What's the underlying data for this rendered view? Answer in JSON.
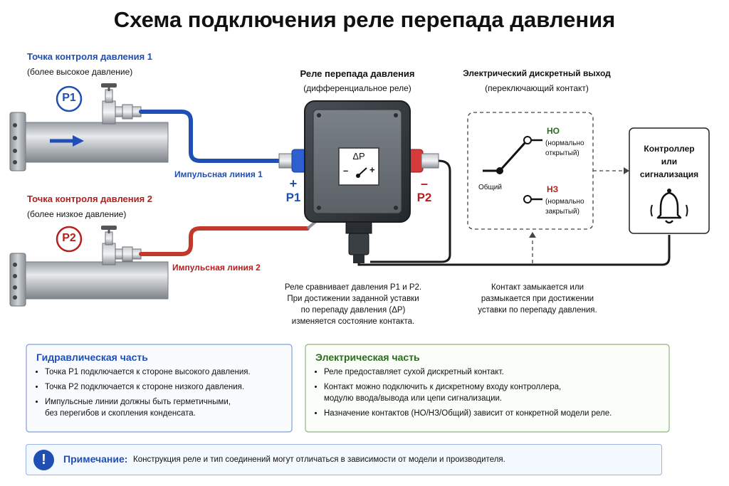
{
  "title": "Схема подключения реле перепада давления",
  "point1": {
    "title": "Точка контроля давления 1",
    "subtitle": "(более высокое давление)",
    "badge": "P1"
  },
  "point2": {
    "title": "Точка контроля давления 2",
    "subtitle": "(более низкое давление)",
    "badge": "P2"
  },
  "impulse_line_1": "Импульсная линия 1",
  "impulse_line_2": "Импульсная линия 2",
  "relay": {
    "title": "Реле перепада давления",
    "subtitle": "(дифференциальное реле)",
    "dial_label": "ΔP",
    "dial_minus": "–",
    "dial_plus": "+",
    "port_p1_sign": "+",
    "port_p1_label": "P1",
    "port_p2_sign": "–",
    "port_p2_label": "P2"
  },
  "output": {
    "title": "Электрический дискретный выход",
    "subtitle": "(переключающий контакт)",
    "no_label": "НО",
    "no_desc_1": "(нормально",
    "no_desc_2": "открытый)",
    "nc_label": "НЗ",
    "nc_desc_1": "(нормально",
    "nc_desc_2": "закрытый)",
    "common_label": "Общий"
  },
  "controller": {
    "line1": "Контроллер",
    "line2": "или",
    "line3": "сигнализация"
  },
  "relay_caption": [
    "Реле сравнивает давления P1 и P2.",
    "При достижении заданной уставки",
    "по перепаду давления (ΔP)",
    "изменяется состояние контакта."
  ],
  "contact_caption": [
    "Контакт замыкается или",
    "размыкается при достижении",
    "уставки по перепаду давления."
  ],
  "hydraulic": {
    "title": "Гидравлическая часть",
    "items": [
      "Точка P1 подключается к стороне высокого давления.",
      "Точка P2 подключается к стороне низкого давления.",
      "Импульсные линии должны быть герметичными,\nбез перегибов и скопления конденсата."
    ]
  },
  "electrical": {
    "title": "Электрическая часть",
    "items": [
      "Реле предоставляет сухой дискретный контакт.",
      "Контакт можно подключить к дискретному входу контроллера,\nмодулю ввода/вывода или цепи сигнализации.",
      "Назначение контактов (НО/НЗ/Общий) зависит от конкретной модели реле."
    ]
  },
  "note": {
    "icon": "!",
    "label": "Примечание:",
    "text": "Конструкция реле и тип соединений могут отличаться в зависимости от модели и производителя."
  },
  "icons": [
    "flow-arrow-icon",
    "valve-icon",
    "bell-icon",
    "exclamation-icon"
  ],
  "colors": {
    "high_pressure": "#1f4fb4",
    "low_pressure": "#c0392b",
    "electrical": "#2b6b1e",
    "relay_body": "#3a3f44"
  }
}
